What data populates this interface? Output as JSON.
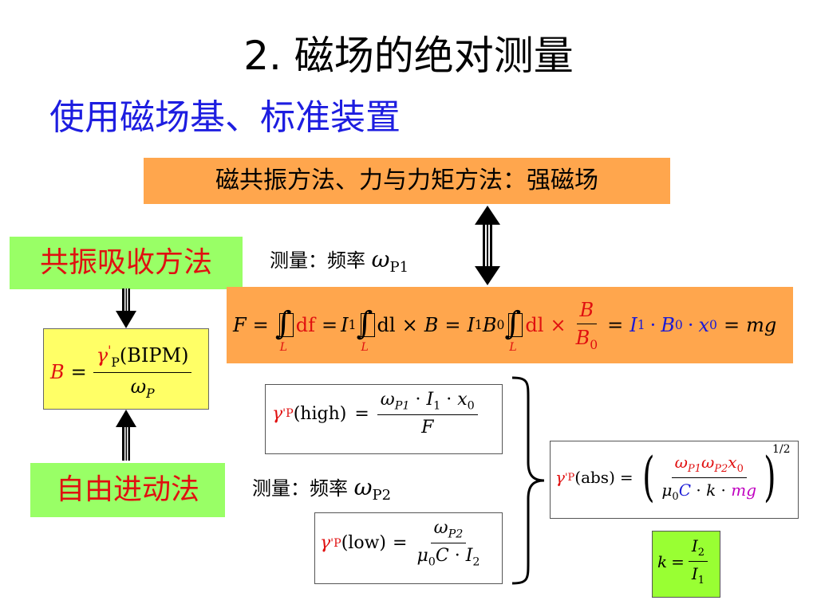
{
  "slide": {
    "title": "2. 磁场的绝对测量",
    "subtitle": "使用磁场基、标准装置",
    "strong_field_box": "磁共振方法、力与力矩方法：强磁场",
    "resonance_method": "共振吸收方法",
    "free_precession_method": "自由进动法",
    "measure_label_1": "测量：频率",
    "omega_symbol": "ω",
    "p1_sub": "P1",
    "measure_label_2": "测量：频率",
    "p2_sub": "P2"
  },
  "formulas": {
    "force": {
      "F": "F",
      "eq": "=",
      "df": "df",
      "I1": "I",
      "sub1": "1",
      "dl": "dl",
      "times": "×",
      "B": "B",
      "B0": "B",
      "sub0": "0",
      "L": "L",
      "B0den": "B",
      "rhs_I": "I",
      "rhs_B": "B",
      "rhs_x": "x",
      "dot": "·",
      "mg": "mg"
    },
    "bipm": {
      "lhs": "B",
      "gamma": "γ",
      "prime": "'",
      "P": "P",
      "arg": "(BIPM)",
      "omega": "ω",
      "sub": "P"
    },
    "high": {
      "gamma": "γ",
      "prime": "'",
      "P": "P",
      "arg": "(high)",
      "num": "ω",
      "numsub": "P1",
      "I": "I",
      "Isub": "1",
      "x": "x",
      "xsub": "0",
      "den": "F"
    },
    "low": {
      "gamma": "γ",
      "prime": "'",
      "P": "P",
      "arg": "(low)",
      "num": "ω",
      "numsub": "P2",
      "mu": "μ",
      "musub": "0",
      "C": "C",
      "I": "I",
      "Isub": "2"
    },
    "abs": {
      "gamma": "γ",
      "prime": "'",
      "P": "P",
      "arg": "(abs)",
      "w1sub": "P1",
      "w2sub": "P2",
      "x": "x",
      "xsub": "0",
      "mu": "μ",
      "musub": "0",
      "C": "C",
      "k": "k",
      "mg": "mg",
      "exp": "1/2"
    },
    "k": {
      "lhs": "k",
      "I": "I",
      "top": "2",
      "bot": "1"
    }
  },
  "colors": {
    "orange": "#ffa64d",
    "green": "#99ff66",
    "yellow": "#ffff66",
    "blue": "#1a1ad6",
    "red": "#e01010"
  }
}
